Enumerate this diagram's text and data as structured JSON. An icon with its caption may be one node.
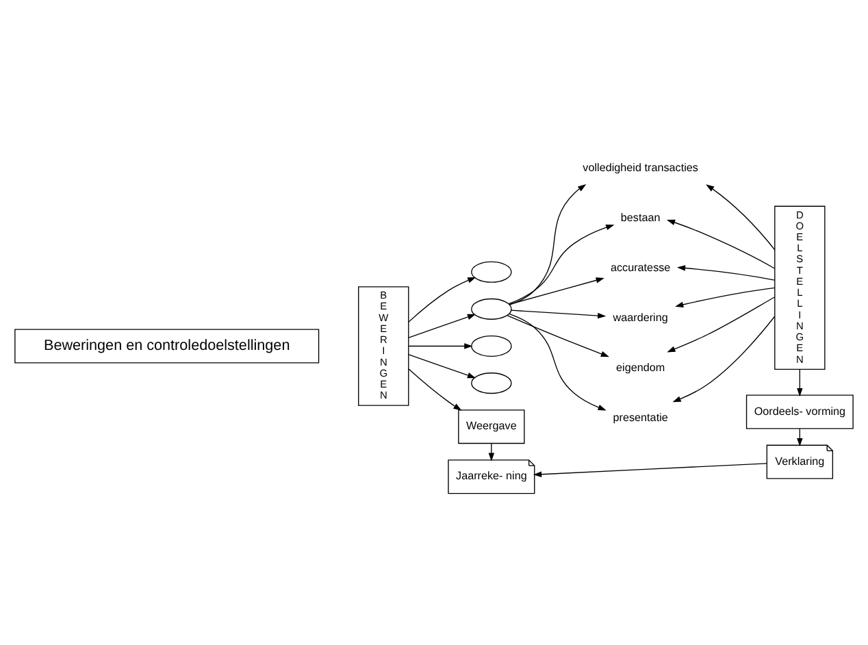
{
  "diagram": {
    "nodes": [
      {
        "text": [
          "Beweringen en controledoelstellingen"
        ]
      },
      {
        "text": [
          "BEWERINGEN"
        ]
      },
      {
        "text": [],
        "shape": "ellipse"
      },
      {
        "text": [],
        "shape": "ellipse"
      },
      {
        "text": [],
        "shape": "ellipse"
      },
      {
        "text": [],
        "shape": "ellipse"
      },
      {
        "text": [
          "volledigheid transacties"
        ]
      },
      {
        "text": [
          "bestaan"
        ]
      },
      {
        "text": [
          "accuratesse"
        ]
      },
      {
        "text": [
          "waardering"
        ]
      },
      {
        "text": [
          "eigendom"
        ]
      },
      {
        "text": [
          "presentatie"
        ]
      },
      {
        "text": [
          "DOELSTELLINGEN"
        ]
      },
      {
        "text": [
          "Weergave"
        ]
      },
      {
        "text": [
          "Oordeels- vorming"
        ]
      },
      {
        "text": [
          "Jaarreke- ning"
        ]
      },
      {
        "text": [
          "Verklaring"
        ]
      }
    ],
    "edges": [
      {
        "from": 1,
        "to": 2,
        "arrow": "to"
      },
      {
        "from": 1,
        "to": 3,
        "arrow": "to"
      },
      {
        "from": 1,
        "to": 4,
        "arrow": "to"
      },
      {
        "from": 1,
        "to": 5,
        "arrow": "to"
      },
      {
        "from": 3,
        "to": 6,
        "arrow": "to"
      },
      {
        "from": 3,
        "to": 7,
        "arrow": "to"
      },
      {
        "from": 3,
        "to": 8,
        "arrow": "to"
      },
      {
        "from": 3,
        "to": 9,
        "arrow": "to"
      },
      {
        "from": 3,
        "to": 10,
        "arrow": "to"
      },
      {
        "from": 3,
        "to": 11,
        "arrow": "to"
      },
      {
        "from": 12,
        "to": 6,
        "arrow": "to"
      },
      {
        "from": 12,
        "to": 7,
        "arrow": "to"
      },
      {
        "from": 12,
        "to": 8,
        "arrow": "to"
      },
      {
        "from": 12,
        "to": 9,
        "arrow": "to"
      },
      {
        "from": 12,
        "to": 10,
        "arrow": "to"
      },
      {
        "from": 12,
        "to": 11,
        "arrow": "to"
      },
      {
        "from": 1,
        "to": 13,
        "arrow": "to"
      },
      {
        "from": 13,
        "to": 15,
        "arrow": "to"
      },
      {
        "from": 12,
        "to": 14,
        "arrow": "to"
      },
      {
        "from": 14,
        "to": 16,
        "arrow": "to"
      },
      {
        "from": 16,
        "to": 15,
        "arrow": "to"
      }
    ]
  }
}
